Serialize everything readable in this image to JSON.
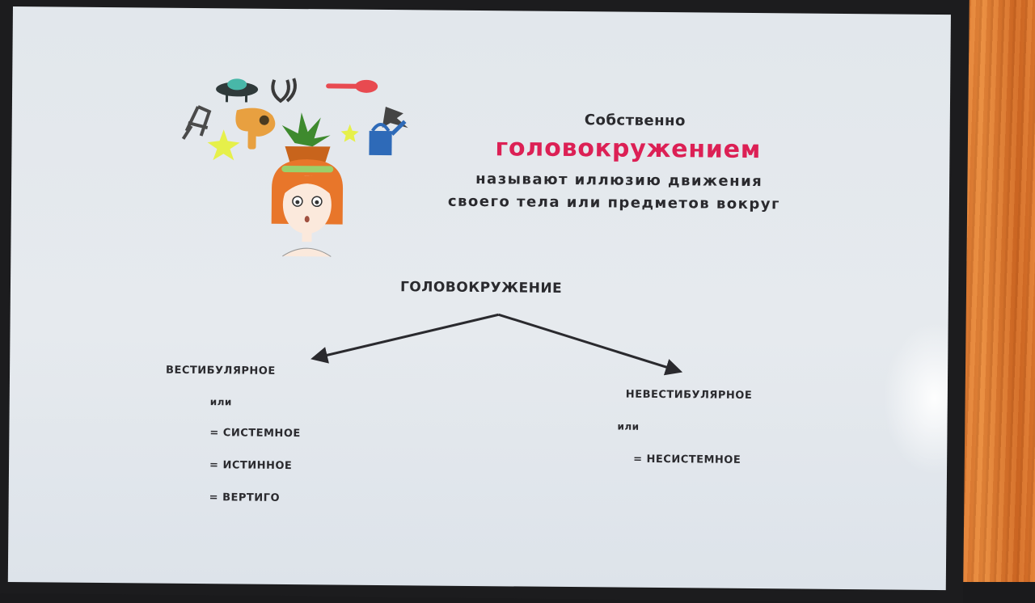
{
  "slide": {
    "intro": "Собственно",
    "keyword": "головокружением",
    "definition_line1": "называют иллюзию движения",
    "definition_line2": "своего тела или предметов вокруг",
    "root": "ГОЛОВОКРУЖЕНИЕ",
    "left": {
      "title": "ВЕСТИБУЛЯРНОЕ",
      "or": "или",
      "items": [
        "=  СИСТЕМНОЕ",
        "=  ИСТИННОЕ",
        "=  ВЕРТИГО"
      ]
    },
    "right": {
      "title": "НЕВЕСТИБУЛЯРНОЕ",
      "or": "или",
      "items": [
        "=  НЕСИСТЕМНОЕ"
      ]
    }
  },
  "colors": {
    "keyword": "#dc2055",
    "text": "#2a2a2e",
    "screen": "#e4e8ec",
    "bezel": "#1c1c1e",
    "wall": "#e07a30"
  },
  "icons": [
    "girl-icon",
    "potted-plant-icon",
    "hairdryer-icon",
    "watering-can-icon",
    "chair-icon",
    "lyre-icon",
    "ufo-icon",
    "bird-icon",
    "spoon-icon",
    "star-icon"
  ]
}
